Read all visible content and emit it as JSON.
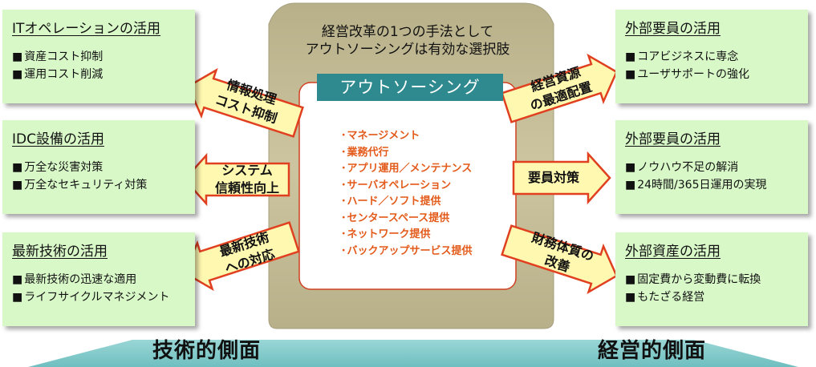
{
  "center": {
    "heading_line1": "経営改革の1つの手法として",
    "heading_line2": "アウトソーシングは有効な選択肢",
    "title": "アウトソーシング",
    "services": [
      "マネージメント",
      "業務代行",
      "アプリ運用／メンテナンス",
      "サーバオペレーション",
      "ハード／ソフト提供",
      "センタースペース提供",
      "ネットワーク提供",
      "バックアップサービス提供"
    ]
  },
  "left_boxes": [
    {
      "title": "ITオペレーションの活用",
      "items": [
        "資産コスト抑制",
        "運用コスト削減"
      ]
    },
    {
      "title": "IDC設備の活用",
      "items": [
        "万全な災害対策",
        "万全なセキュリティ対策"
      ]
    },
    {
      "title": "最新技術の活用",
      "items": [
        "最新技術の迅速な適用",
        "ライフサイクルマネジメント"
      ]
    }
  ],
  "right_boxes": [
    {
      "title": "外部要員の活用",
      "items": [
        "コアビジネスに専念",
        "ユーザサポートの強化"
      ]
    },
    {
      "title": "外部要員の活用",
      "items": [
        "ノウハウ不足の解消",
        "24時間/365日運用の実現"
      ]
    },
    {
      "title": "外部資産の活用",
      "items": [
        "固定費から変動費に転換",
        "もたざる経営"
      ]
    }
  ],
  "left_arrows": [
    {
      "line1": "情報処理",
      "line2": "コスト抑制"
    },
    {
      "line1": "システム",
      "line2": "信頼性向上"
    },
    {
      "line1": "最新技術",
      "line2": "への対応"
    }
  ],
  "right_arrows": [
    {
      "line1": "経営資源",
      "line2": "の最適配置"
    },
    {
      "line1": "要員対策",
      "line2": ""
    },
    {
      "line1": "財務体質の",
      "line2": "改善"
    }
  ],
  "bottom": {
    "left_label": "技術的側面",
    "right_label": "経営的側面"
  },
  "colors": {
    "box_fill": "#d8f8c8",
    "pillar_fill": "#c8c09a",
    "arrow_fill": "#fff8b0",
    "arrow_stroke": "#e04020",
    "title_bar": "#2e8a8f",
    "service_text": "#e35a1a",
    "band_fill": "#7ec8c8"
  }
}
